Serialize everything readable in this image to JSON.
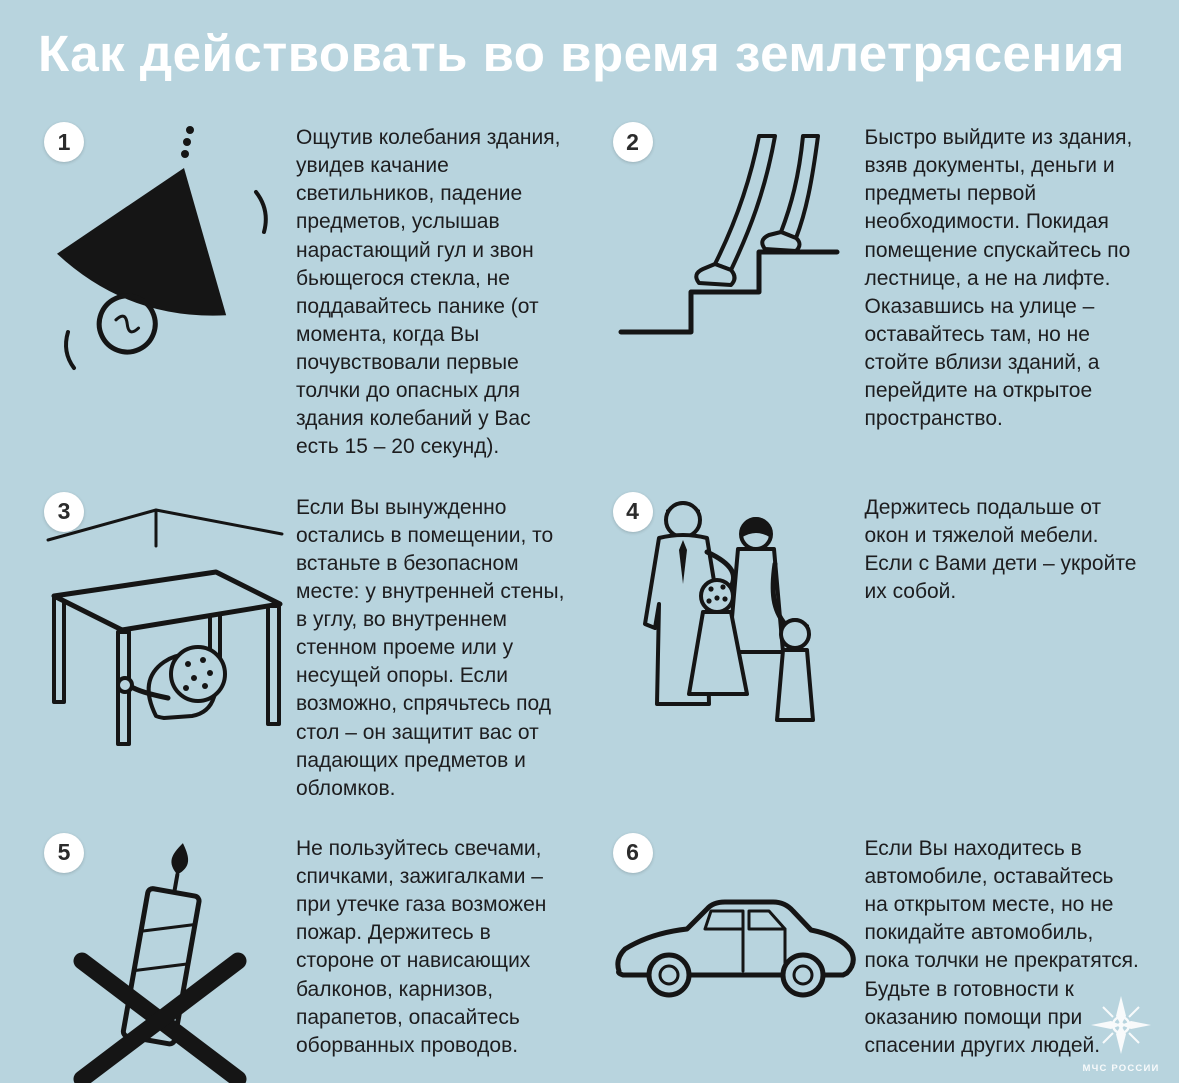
{
  "poster": {
    "title": "Как действовать во время землетрясения",
    "items": [
      {
        "number": "1",
        "illustration": "swinging-ceiling-lamp",
        "text": "Ощутив колебания здания, увидев качание светильников, падение предметов, услышав нарастающий гул и звон бьющегося стекла, не поддавайтесь панике (от момента, когда Вы почувствовали первые толчки до опасных для здания колебаний у Вас есть 15 – 20 секунд)."
      },
      {
        "number": "2",
        "illustration": "legs-descending-stairs",
        "text": "Быстро выйдите из здания, взяв документы, деньги и предметы первой необходимости. Покидая помещение спускайтесь по лестнице, а не на лифте. Оказавшись на улице – оставайтесь там, но не стойте вблизи зданий, а перейдите на открытое пространство."
      },
      {
        "number": "3",
        "illustration": "child-hiding-under-table",
        "text": "Если Вы вынужденно остались в помещении, то встаньте в безопасном месте: у внутренней стены, в углу, во внутреннем стенном проеме или у несущей опоры. Если возможно, спрячьтесь под стол – он защитит вас от падающих предметов и обломков."
      },
      {
        "number": "4",
        "illustration": "family-sheltering-children",
        "text": "Держитесь подальше от окон и тяжелой мебели. Если с Вами дети – укройте их собой."
      },
      {
        "number": "5",
        "illustration": "crossed-out-burning-candle",
        "text": "Не пользуйтесь свечами, спичками, зажигалками – при утечке газа возможен пожар. Держитесь в стороне от нависающих балконов, карнизов, парапетов, опасайтесь оборванных проводов."
      },
      {
        "number": "6",
        "illustration": "car-side-view",
        "text": "Если Вы находитесь в автомобиле, оставайтесь на открытом месте, но не покидайте автомобиль, пока толчки не прекратятся. Будьте в готовности к оказанию помощи при спасении других людей."
      }
    ],
    "logo": {
      "text": "МЧС РОССИИ"
    },
    "colors": {
      "background": "#b8d4de",
      "title": "#ffffff",
      "body_text": "#1d1d1f",
      "badge_background": "#ffffff",
      "line_art": "#151515"
    }
  }
}
